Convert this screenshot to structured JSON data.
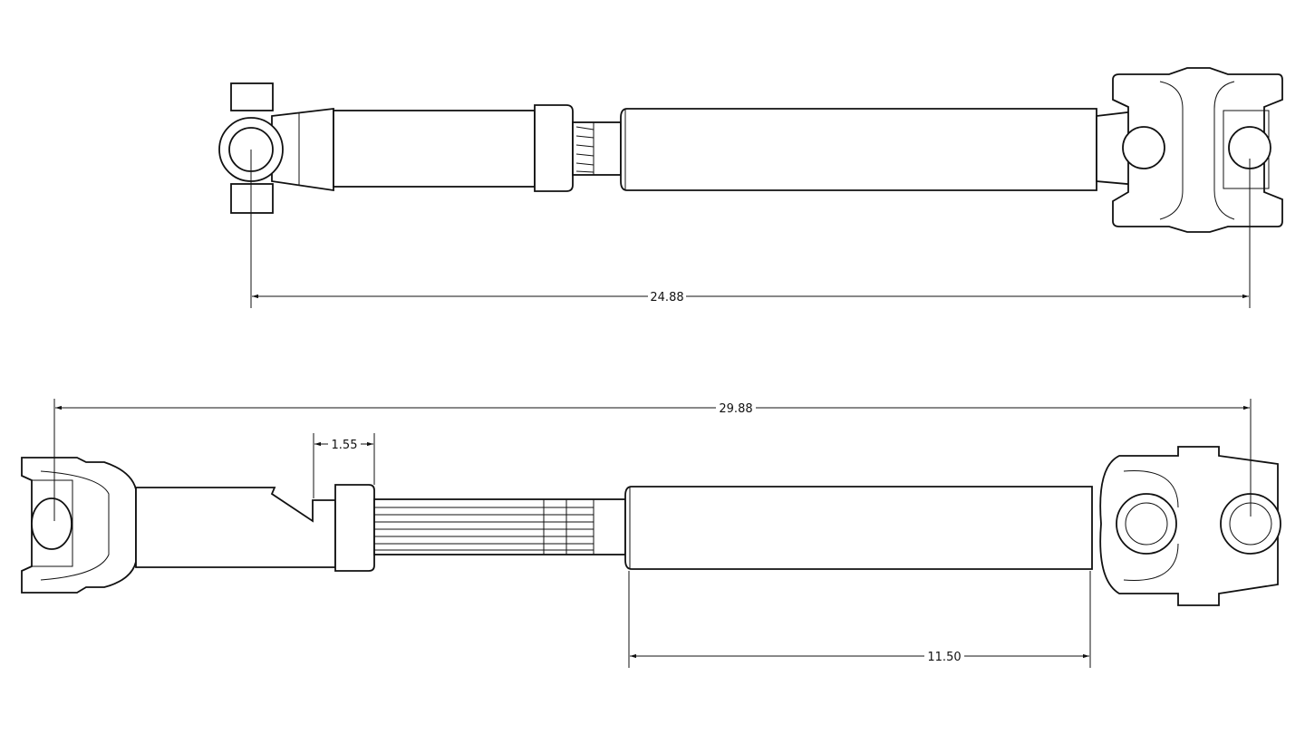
{
  "dimensions": {
    "top_overall": "24.88",
    "bottom_overall": "29.88",
    "slip_travel": "1.55",
    "tube_length": "11.50"
  },
  "colors": {
    "line": "#111111",
    "background": "#ffffff"
  }
}
